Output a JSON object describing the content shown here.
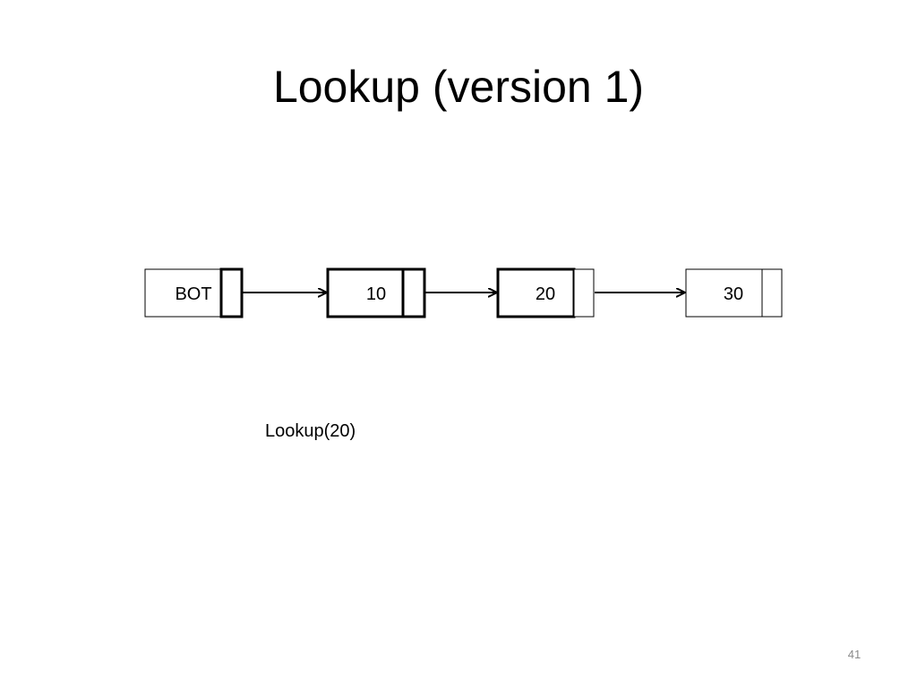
{
  "slide": {
    "title": "Lookup (version 1)",
    "operation": "Lookup(20)",
    "page_number": "41"
  },
  "list": {
    "nodes": [
      {
        "key": "BOT",
        "highlighted": false,
        "next_highlighted": true
      },
      {
        "key": "10",
        "highlighted": true,
        "next_highlighted": true
      },
      {
        "key": "20",
        "highlighted": true,
        "next_highlighted": false
      },
      {
        "key": "30",
        "highlighted": false,
        "next_highlighted": false
      }
    ]
  }
}
